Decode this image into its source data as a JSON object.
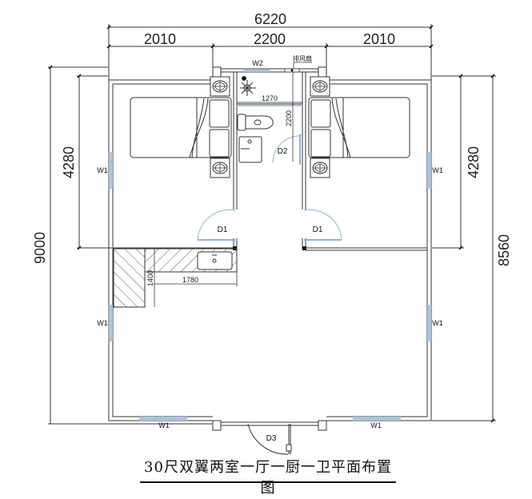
{
  "drawing": {
    "title": "30尺双翼两室一厅一厨一卫平面布置图",
    "dimensions": {
      "overall_width": "6220",
      "left_wing_width": "2010",
      "center_width": "2200",
      "right_wing_width": "2010",
      "overall_depth_left": "9000",
      "bedroom_depth_left": "4280",
      "bedroom_depth_right": "4280",
      "overall_depth_right": "8560",
      "bathroom_width": "1270",
      "bathroom_depth": "2200",
      "kitchen_counter_length": "1780",
      "kitchen_counter_depth": "1400"
    },
    "labels": {
      "window_w2": "W2",
      "exhaust_fan": "排风扇",
      "window_w1_left_upper": "W1",
      "window_w1_right_upper": "W1",
      "window_w1_left_lower": "W1",
      "window_w1_right_lower": "W1",
      "window_w1_bottom_left": "W1",
      "window_w1_bottom_right": "W1",
      "door_d1_left": "D1",
      "door_d1_right": "D1",
      "door_d2": "D2",
      "door_d3": "D3"
    },
    "colors": {
      "wall": "#333333",
      "window_glass": "#a9c3e0",
      "door_swing": "#8fb4d9",
      "hatch": "#333333"
    }
  }
}
